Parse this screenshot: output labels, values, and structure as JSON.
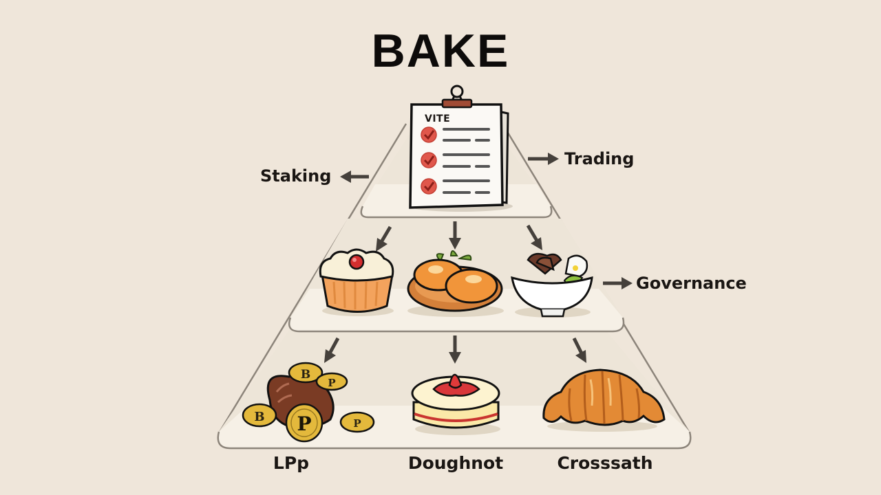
{
  "title": "BAKE",
  "colors": {
    "background": "#efe6da",
    "tier_fill": "#f6f0e6",
    "tier_stroke": "#8c847a",
    "arrow": "#45403b",
    "text": "#1a1613",
    "check": "#e0574b",
    "clip": "#a14b35"
  },
  "top_tier": {
    "clipboard": {
      "heading": "VITE",
      "items": [
        {
          "icon": "check-icon",
          "checked": true
        },
        {
          "icon": "check-icon",
          "checked": true
        },
        {
          "icon": "check-icon",
          "checked": true
        }
      ]
    },
    "side_labels": {
      "left": {
        "label": "Staking",
        "arrow": "left"
      },
      "right": {
        "label": "Trading",
        "arrow": "right"
      }
    }
  },
  "middle_tier": {
    "items": [
      {
        "name": "cupcake",
        "icon": "cupcake-icon"
      },
      {
        "name": "pastries-plate",
        "icon": "pastry-plate-icon"
      },
      {
        "name": "bowl",
        "icon": "bowl-icon"
      }
    ],
    "side_label": {
      "label": "Governance",
      "arrow": "right"
    }
  },
  "bottom_tier": {
    "items": [
      {
        "name": "coin-pot",
        "icon": "coin-pot-icon",
        "label": "LPp",
        "coin_letters": [
          "B",
          "P",
          "B",
          "P",
          "P"
        ]
      },
      {
        "name": "strawberry-cake",
        "icon": "cake-icon",
        "label": "Doughnot"
      },
      {
        "name": "croissant",
        "icon": "croissant-icon",
        "label": "Crosssath"
      }
    ]
  }
}
